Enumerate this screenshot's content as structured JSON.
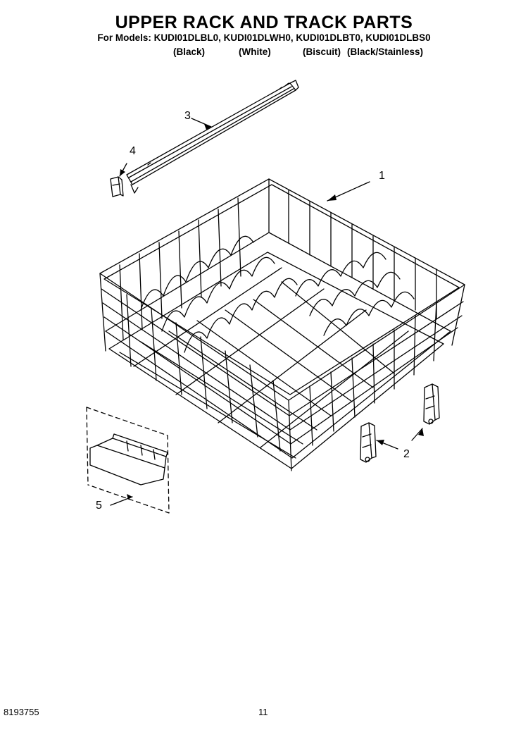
{
  "title": "UPPER RACK AND TRACK PARTS",
  "models_line": "For Models: KUDI01DLBL0, KUDI01DLWH0, KUDI01DLBT0, KUDI01DLBS0",
  "variants": [
    "(Black)",
    "(White)",
    "(Biscuit)",
    "(Black/Stainless)"
  ],
  "callouts": [
    "1",
    "2",
    "3",
    "4",
    "5"
  ],
  "footer": {
    "doc_number": "8193755",
    "page_number": "11"
  }
}
